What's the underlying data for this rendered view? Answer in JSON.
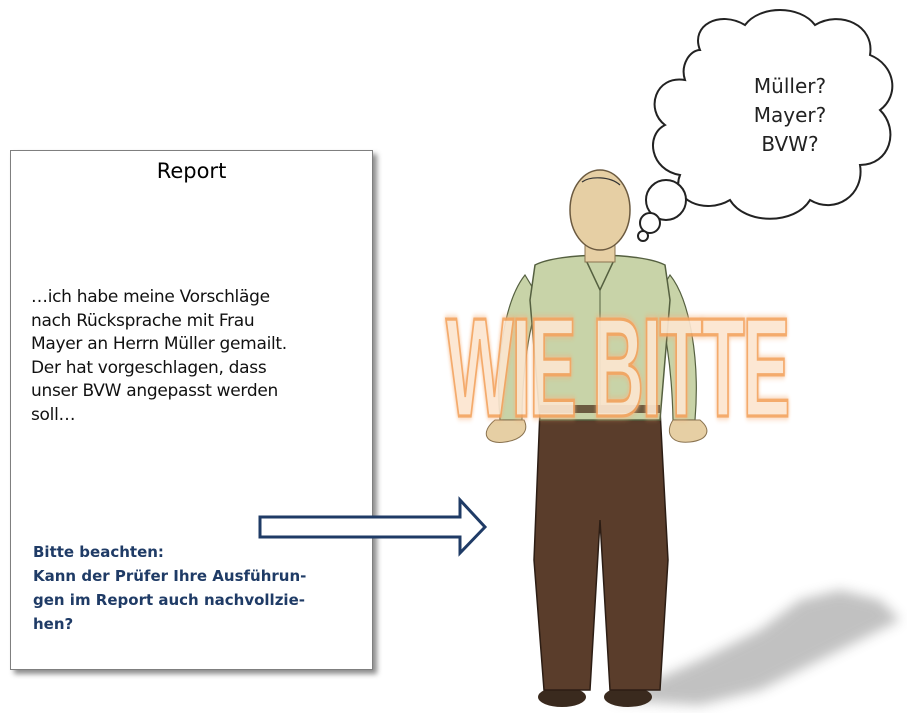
{
  "report": {
    "title": "Report",
    "body": "…ich habe meine Vorschläge\nnach Rücksprache mit Frau\nMayer an Herrn Müller gemailt.\nDer hat vorgeschlagen, dass\nunser BVW angepasst werden\nsoll…",
    "note": "Bitte beachten:\nKann der Prüfer Ihre Ausführun-\ngen im Report auch nachvollzie-\nhen?"
  },
  "thought": {
    "text": "Müller?\nMayer?\nBVW?"
  },
  "exclamation": {
    "text": "WIE BITTE"
  },
  "colors": {
    "note_text": "#1f3b66",
    "arrow_stroke": "#1f3b66",
    "shirt": "#c8d3a8",
    "trousers": "#5a3d2b",
    "skin": "#e6cfa4",
    "exclamation_fill": "#fce6d0",
    "exclamation_glow": "#f4a460"
  }
}
